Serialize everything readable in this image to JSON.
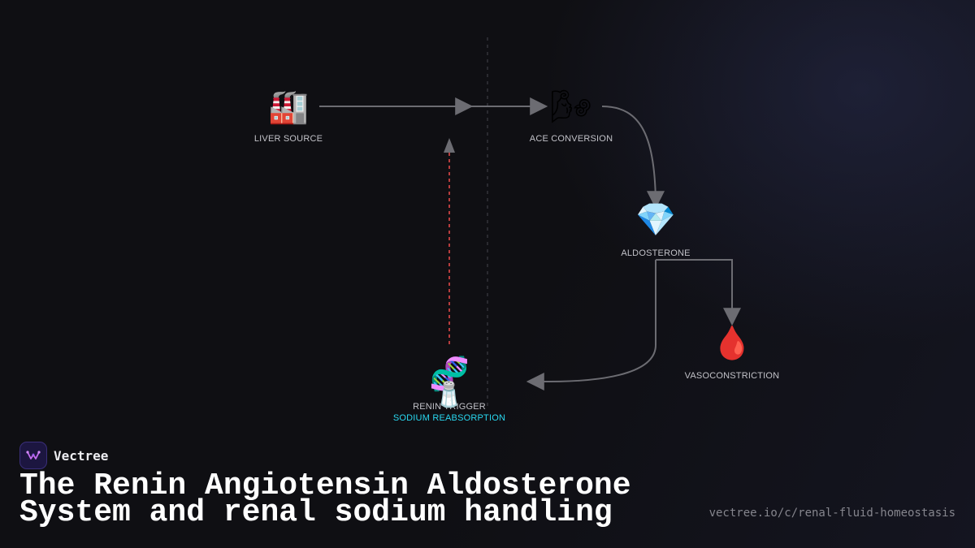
{
  "diagram": {
    "nodes": [
      {
        "id": "liver",
        "icon": "factory-icon",
        "glyph": "🏭",
        "label": "LIVER SOURCE"
      },
      {
        "id": "ace",
        "icon": "wind-icon",
        "glyph": "🌬",
        "label": "ACE CONVERSION"
      },
      {
        "id": "aldosterone",
        "icon": "gem-icon",
        "glyph": "💎",
        "label": "ALDOSTERONE"
      },
      {
        "id": "vaso",
        "icon": "blood-drop-icon",
        "glyph": "🩸",
        "label": "VASOCONSTRICTION"
      },
      {
        "id": "renin",
        "icon": "dna-icon",
        "glyph": "🧬",
        "label": "RENIN TRIGGER"
      },
      {
        "id": "sodium",
        "icon": "salt-shaker-icon",
        "glyph": "🧂",
        "label": "SODIUM REABSORPTION"
      }
    ],
    "colors": {
      "edge": "#6c6c72",
      "feedback": "#e04848",
      "divider": "#3c3c44",
      "accent_label": "#29d8f0"
    }
  },
  "brand": {
    "name": "Vectree",
    "logo_icon": "vectree-logo-icon"
  },
  "title": {
    "line1": "The Renin Angiotensin Aldosterone",
    "line2": "System and renal sodium handling"
  },
  "url": "vectree.io/c/renal-fluid-homeostasis"
}
